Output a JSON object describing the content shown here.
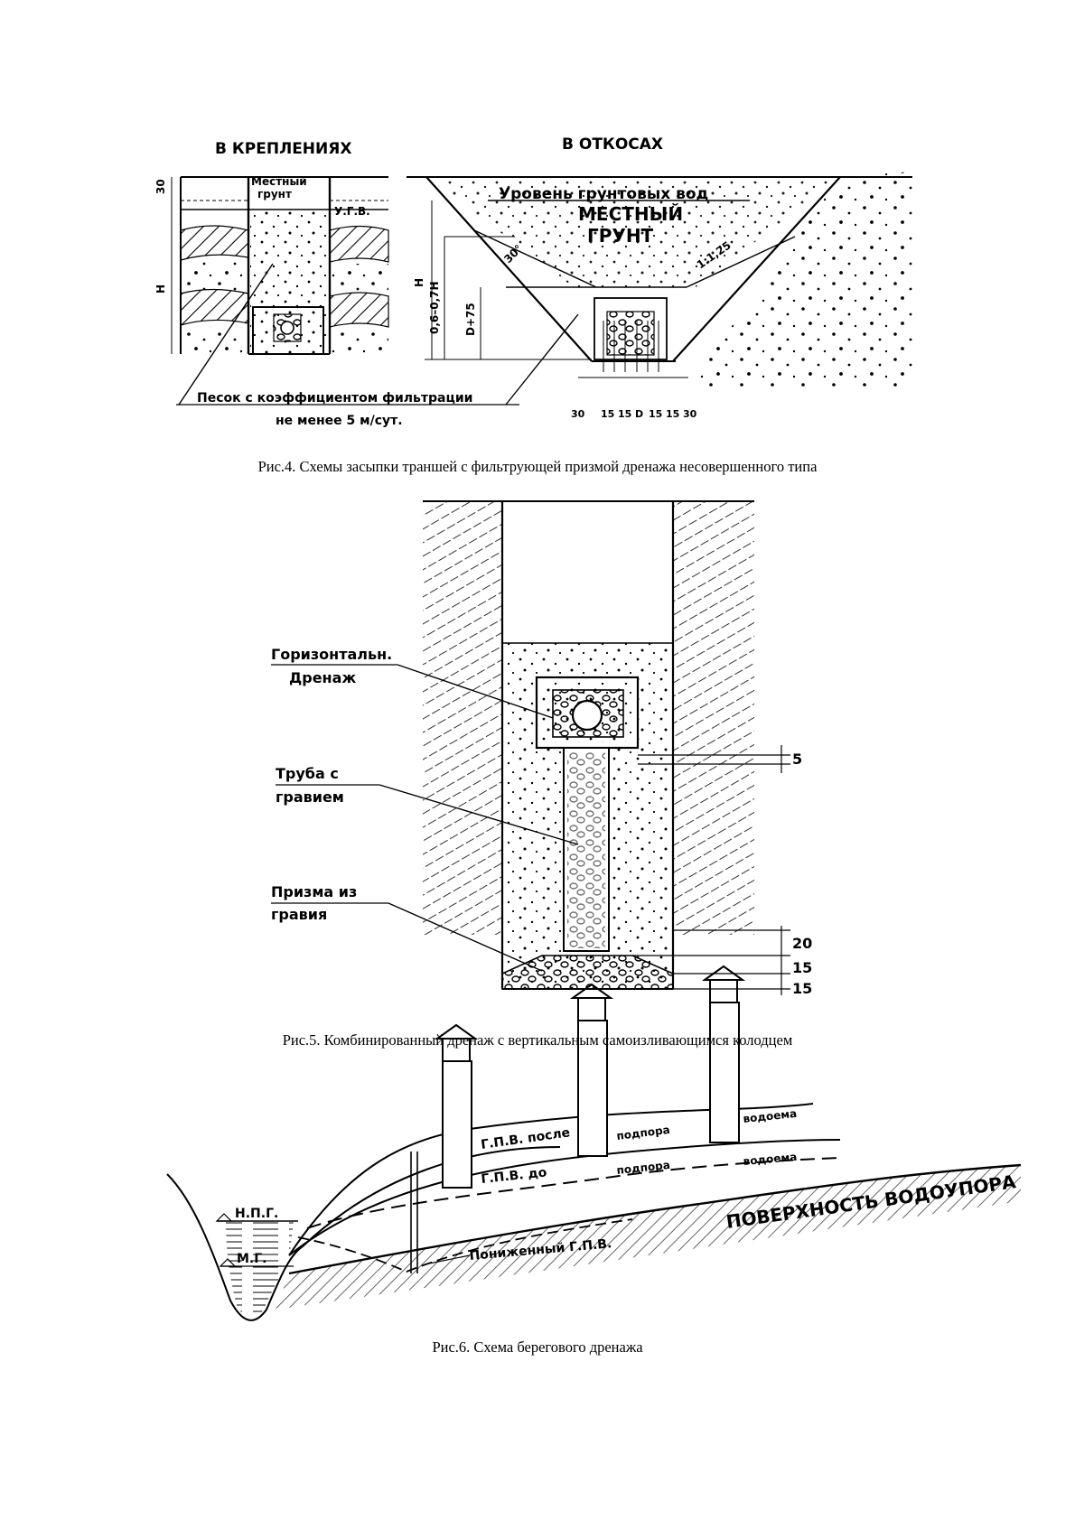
{
  "fig4": {
    "title_left": "В КРЕПЛЕНИЯХ",
    "title_right": "В ОТКОСАХ",
    "dim_30": "30",
    "dim_H": "Н",
    "local_soil_top": "Местный",
    "local_soil_bottom": "грунт",
    "ugv_short": "У.Г.В.",
    "gw_level": "Уровень грунтовых вод",
    "local_line1": "МЕСТНЫЙ",
    "local_line2": "ГРУНТ",
    "angle_30": "30°",
    "slope": "1:1,25",
    "dim_h": "Н",
    "dim_06": "0,6–0,7Н",
    "dim_D75": "D+75",
    "sand_line1": "Песок с коэффициентом фильтрации",
    "sand_line2": "не менее 5 м/сут.",
    "bottom_dims": [
      "30",
      "15",
      "15",
      "D",
      "15",
      "15",
      "30"
    ],
    "caption": "Рис.4. Схемы засыпки траншей с фильтрующей призмой дренажа несовершенного типа"
  },
  "fig5": {
    "label_horiz_1": "Горизонтальн.",
    "label_horiz_2": "Дренаж",
    "label_pipe_1": "Труба с",
    "label_pipe_2": "гравием",
    "label_prism_1": "Призма из",
    "label_prism_2": "гравия",
    "dim_5": "5",
    "dim_20": "20",
    "dim_15a": "15",
    "dim_15b": "15",
    "caption": "Рис.5. Комбинированный дренаж  с вертикальным самоизливающимся колодцем"
  },
  "fig6": {
    "npg": "Н.П.Г.",
    "mg": "М.Г.",
    "gpv_after": "Г.П.В. после",
    "gpv_before": "Г.П.В. до",
    "podpora1": "подпора",
    "vodoema1": "водоема",
    "podpora2": "подпора",
    "vodoema2": "водоема",
    "lowered": "Пониженный Г.П.В.",
    "aquitard": "ПОВЕРХНОСТЬ ВОДОУПОРА",
    "caption": "Рис.6. Схема берегового дренажа"
  }
}
